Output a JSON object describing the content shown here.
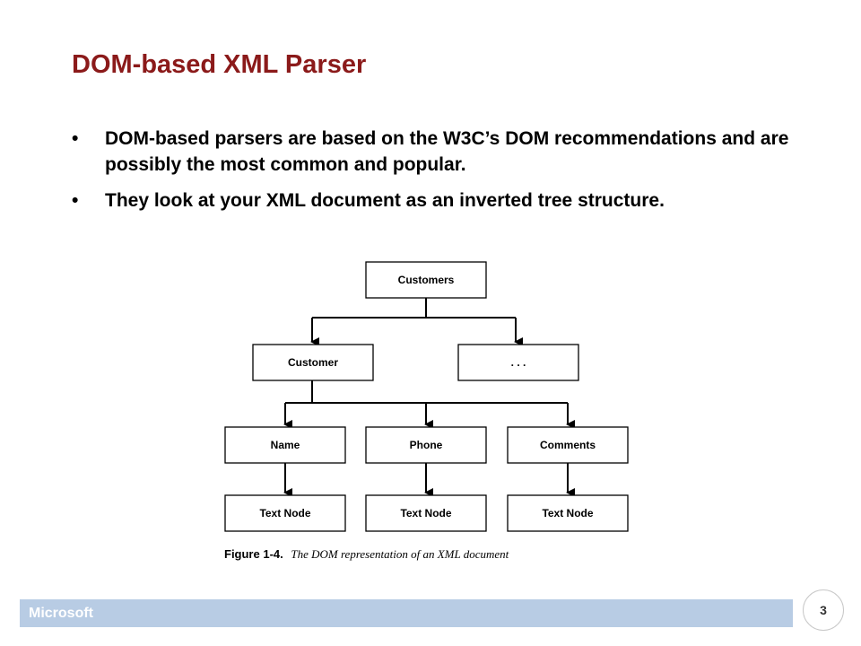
{
  "slide": {
    "title": "DOM-based XML Parser",
    "bullets": [
      {
        "marker": "•",
        "text": "DOM-based parsers are based on the W3C’s DOM recommendations and are possibly the most common and popular."
      },
      {
        "marker": "•",
        "text": "They look at your XML document as an inverted tree structure."
      }
    ]
  },
  "figure": {
    "nodes": {
      "root": "Customers",
      "customer": "Customer",
      "ellipsis": ". . .",
      "name": "Name",
      "phone": "Phone",
      "comments": "Comments",
      "text1": "Text Node",
      "text2": "Text Node",
      "text3": "Text Node"
    },
    "caption_label": "Figure 1-4.",
    "caption_text": "The DOM representation of an XML document"
  },
  "footer": {
    "brand": "Microsoft",
    "page_number": "3",
    "bar_color": "#b8cce4"
  },
  "colors": {
    "title": "#8b1a1a"
  }
}
